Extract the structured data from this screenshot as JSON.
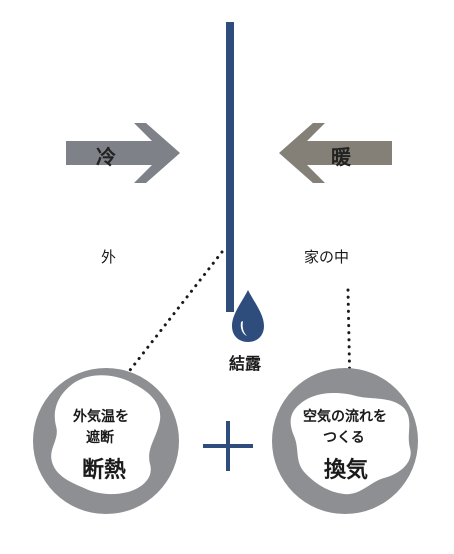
{
  "colors": {
    "wall": "#2f4d7c",
    "cold_arrow": "#7e8288",
    "warm_arrow": "#858077",
    "circle": "#8d8f93",
    "plus": "#2f4d7c",
    "drop": "#2f4d7c",
    "dots": "#1a1a1a"
  },
  "cold": {
    "label": "冷"
  },
  "warm": {
    "label": "暖"
  },
  "outside": {
    "label": "外"
  },
  "inside": {
    "label": "家の中"
  },
  "condensation": {
    "label": "結露",
    "icon": "water-drop-icon"
  },
  "insulation": {
    "line1": "外気温を",
    "line2": "遮断",
    "title": "断熱"
  },
  "ventilation": {
    "line1": "空気の流れを",
    "line2": "つくる",
    "title": "換気"
  },
  "operator": {
    "symbol": "plus-icon"
  }
}
